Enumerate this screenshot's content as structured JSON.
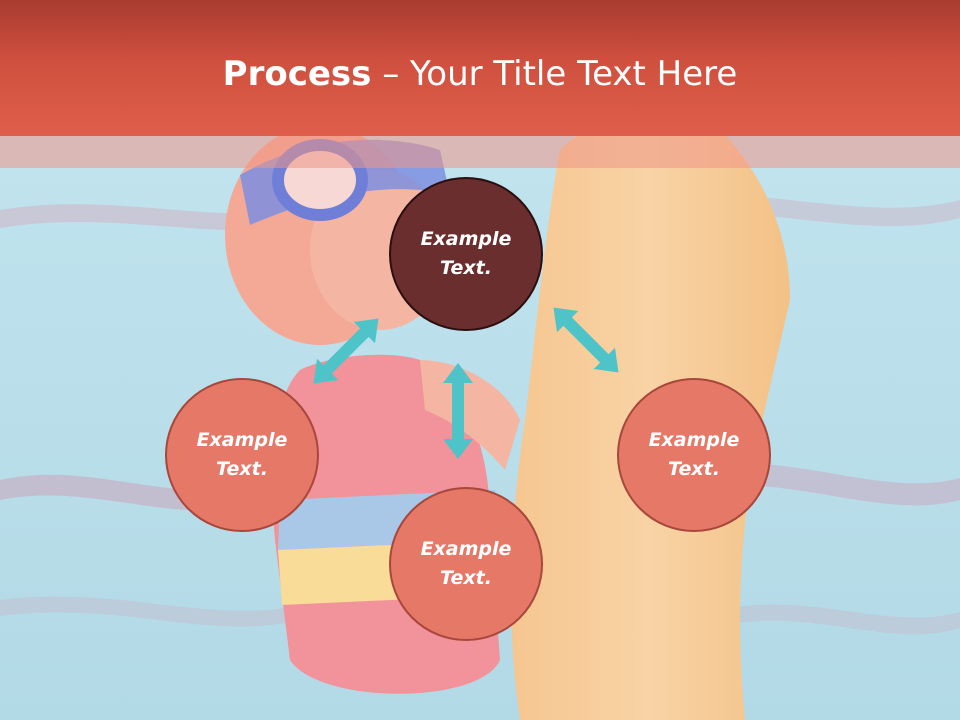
{
  "slide": {
    "title_bold": "Process",
    "title_dash": " – ",
    "title_rest": "Your Title Text Here"
  },
  "nodes": {
    "top": {
      "label_line1": "Example",
      "label_line2": "Text."
    },
    "left": {
      "label_line1": "Example",
      "label_line2": "Text."
    },
    "right": {
      "label_line1": "Example",
      "label_line2": "Text."
    },
    "bottom": {
      "label_line1": "Example",
      "label_line2": "Text."
    }
  },
  "colors": {
    "title_bar": "#d0503f",
    "highlight_node": "#6b2e2e",
    "node_fill": "#e67868",
    "arrow": "#4fc4c8",
    "background_water": "#b9dde9"
  },
  "icons": {
    "arrows": "double-headed-arrow"
  }
}
